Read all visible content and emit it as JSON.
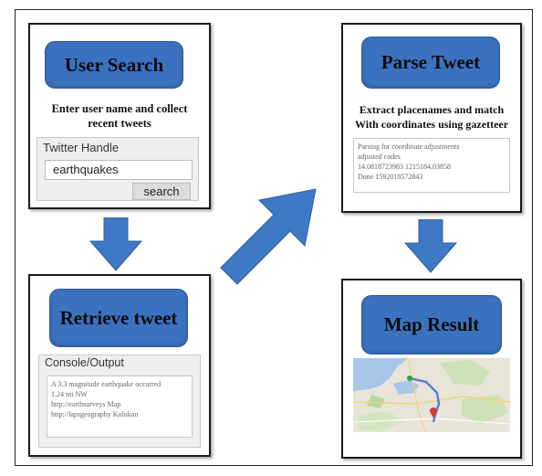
{
  "panels": {
    "user_search": {
      "title": "User  Search",
      "description_line1": "Enter user name and collect",
      "description_line2": "recent tweets",
      "field_label": "Twitter Handle",
      "field_value": "earthquakes",
      "button_label": "search"
    },
    "parse_tweet": {
      "title": "Parse Tweet",
      "description_line1": "Extract placenames and match",
      "description_line2": "With coordinates using gazetteer",
      "output_lines": [
        "Parsing for coordinate adjustments",
        "adjusted codes",
        "14.0818723983 1215184.03858",
        "Done 1592018572843"
      ]
    },
    "retrieve_tweet": {
      "title": "Retrieve  tweet",
      "console_label": "Console/Output",
      "output_lines": [
        "A 3.3 magnitude earthquake occurred",
        "1.24 mi NW",
        "http://earthsurveys Map",
        "http://lapsgeography Kolukan"
      ]
    },
    "map_result": {
      "title": "Map Result"
    }
  },
  "colors": {
    "accent_blue": "#3b72bf",
    "arrow_blue": "#3f78c4"
  },
  "icons": {
    "arrows": [
      "arrow-down-icon",
      "arrow-diagonal-up-right-icon",
      "arrow-down-icon"
    ]
  }
}
